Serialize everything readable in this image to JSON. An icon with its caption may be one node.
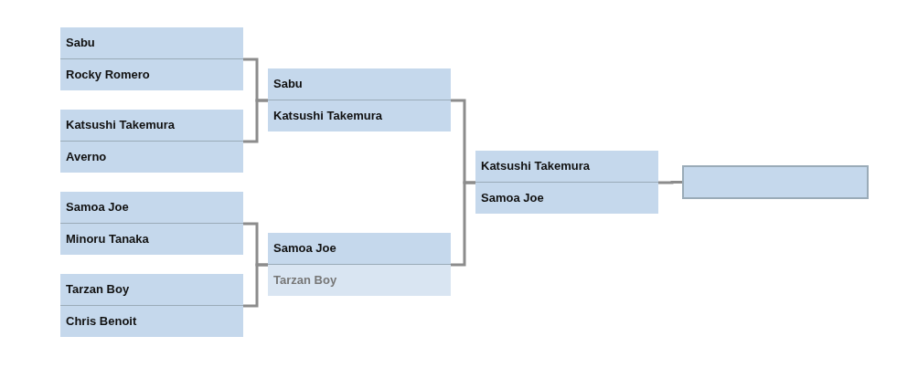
{
  "diagram": {
    "nodes": [
      {
        "text": [
          "Sabu",
          "Rocky Romero"
        ]
      },
      {
        "text": [
          "Katsushi Takemura",
          "Averno"
        ]
      },
      {
        "text": [
          "Samoa Joe",
          "Minoru Tanaka"
        ]
      },
      {
        "text": [
          "Tarzan Boy",
          "Chris Benoit"
        ]
      },
      {
        "text": [
          "Sabu",
          "Katsushi Takemura"
        ]
      },
      {
        "text": [
          "Samoa Joe",
          "Tarzan Boy"
        ]
      },
      {
        "text": [
          "Katsushi Takemura",
          "Samoa Joe"
        ]
      },
      {
        "text": [],
        "shape": "box"
      }
    ],
    "edges": [
      {
        "from": 0,
        "to": 4,
        "arrow": "none"
      },
      {
        "from": 1,
        "to": 4,
        "arrow": "none"
      },
      {
        "from": 2,
        "to": 5,
        "arrow": "none"
      },
      {
        "from": 3,
        "to": 5,
        "arrow": "none"
      },
      {
        "from": 4,
        "to": 6,
        "arrow": "none"
      },
      {
        "from": 5,
        "to": 6,
        "arrow": "none"
      },
      {
        "from": 6,
        "to": 7,
        "arrow": "none"
      }
    ]
  }
}
